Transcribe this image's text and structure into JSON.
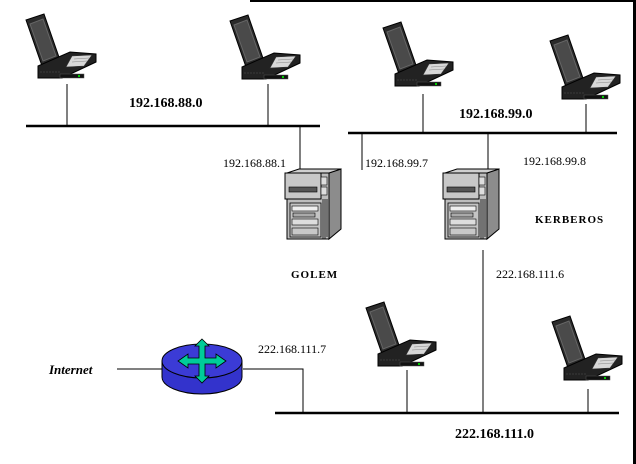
{
  "diagram": {
    "type": "network-topology",
    "networks": [
      {
        "id": "net88",
        "label": "192.168.88.0"
      },
      {
        "id": "net99",
        "label": "192.168.99.0"
      },
      {
        "id": "net111",
        "label": "222.168.111.0"
      }
    ],
    "hosts": [
      {
        "id": "golem",
        "label": "GOLEM",
        "kind": "server",
        "interfaces": [
          "192.168.88.1",
          "192.168.99.7"
        ]
      },
      {
        "id": "kerberos",
        "label": "KERBEROS",
        "kind": "server",
        "interfaces": [
          "192.168.99.8",
          "222.168.111.6"
        ]
      },
      {
        "id": "router",
        "label": "",
        "kind": "router",
        "interfaces": [
          "222.168.111.7"
        ]
      }
    ],
    "external": {
      "label": "Internet"
    },
    "laptops": [
      {
        "network": "192.168.88.0"
      },
      {
        "network": "192.168.88.0"
      },
      {
        "network": "192.168.99.0"
      },
      {
        "network": "192.168.99.0"
      },
      {
        "network": "222.168.111.0"
      },
      {
        "network": "222.168.111.0"
      }
    ],
    "colors": {
      "router_body": "#3333cc",
      "router_arrows": "#00cc99",
      "laptop_body": "#333333",
      "server_body": "#c0c0c0",
      "line": "#000000"
    }
  }
}
